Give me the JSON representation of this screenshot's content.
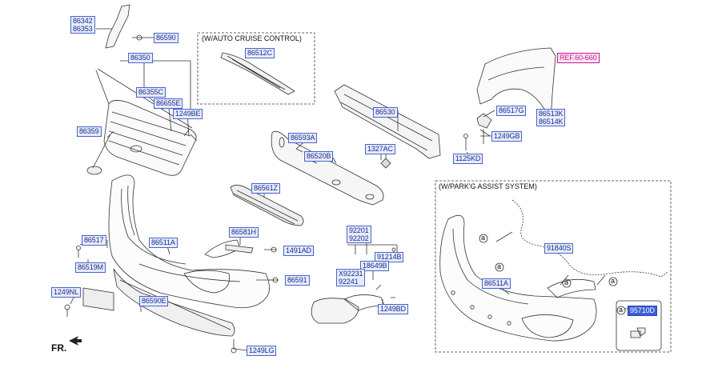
{
  "labels": {
    "p86342": "86342",
    "p86353": "86353",
    "p86590": "86590",
    "p86350": "86350",
    "p86355C": "86355C",
    "p86655E": "86655E",
    "p1249BE": "1249BE",
    "p86359": "86359",
    "p86512C": "86512C",
    "p86530": "86530",
    "p86593A": "86593A",
    "p86520B": "86520B",
    "p1327AC": "1327AC",
    "p86561Z": "86561Z",
    "p86517G": "86517G",
    "p86513K": "86513K",
    "p86514K": "86514K",
    "p1249GB": "1249GB",
    "p1125KD": "1125KD",
    "p86517": "86517",
    "p86511A": "86511A",
    "p86581H": "86581H",
    "p1491AD": "1491AD",
    "p86519M": "86519M",
    "p86591": "86591",
    "p1249NL": "1249NL",
    "p86590E": "86590E",
    "p1249LG": "1249LG",
    "p92201": "92201",
    "p92202": "92202",
    "p91214B": "91214B",
    "p18649B": "18649B",
    "pX92231": "X92231",
    "p92241": "92241",
    "p1249BD": "1249BD",
    "p91840S": "91840S",
    "p86511A_2": "86511A",
    "p95710D": "95710D"
  },
  "ref_label": "REF.60-660",
  "box_titles": {
    "cruise": "(W/AUTO CRUISE CONTROL)",
    "park": "(W/PARK'G ASSIST SYSTEM)"
  },
  "callout_letter": "a",
  "front_marker": "FR."
}
